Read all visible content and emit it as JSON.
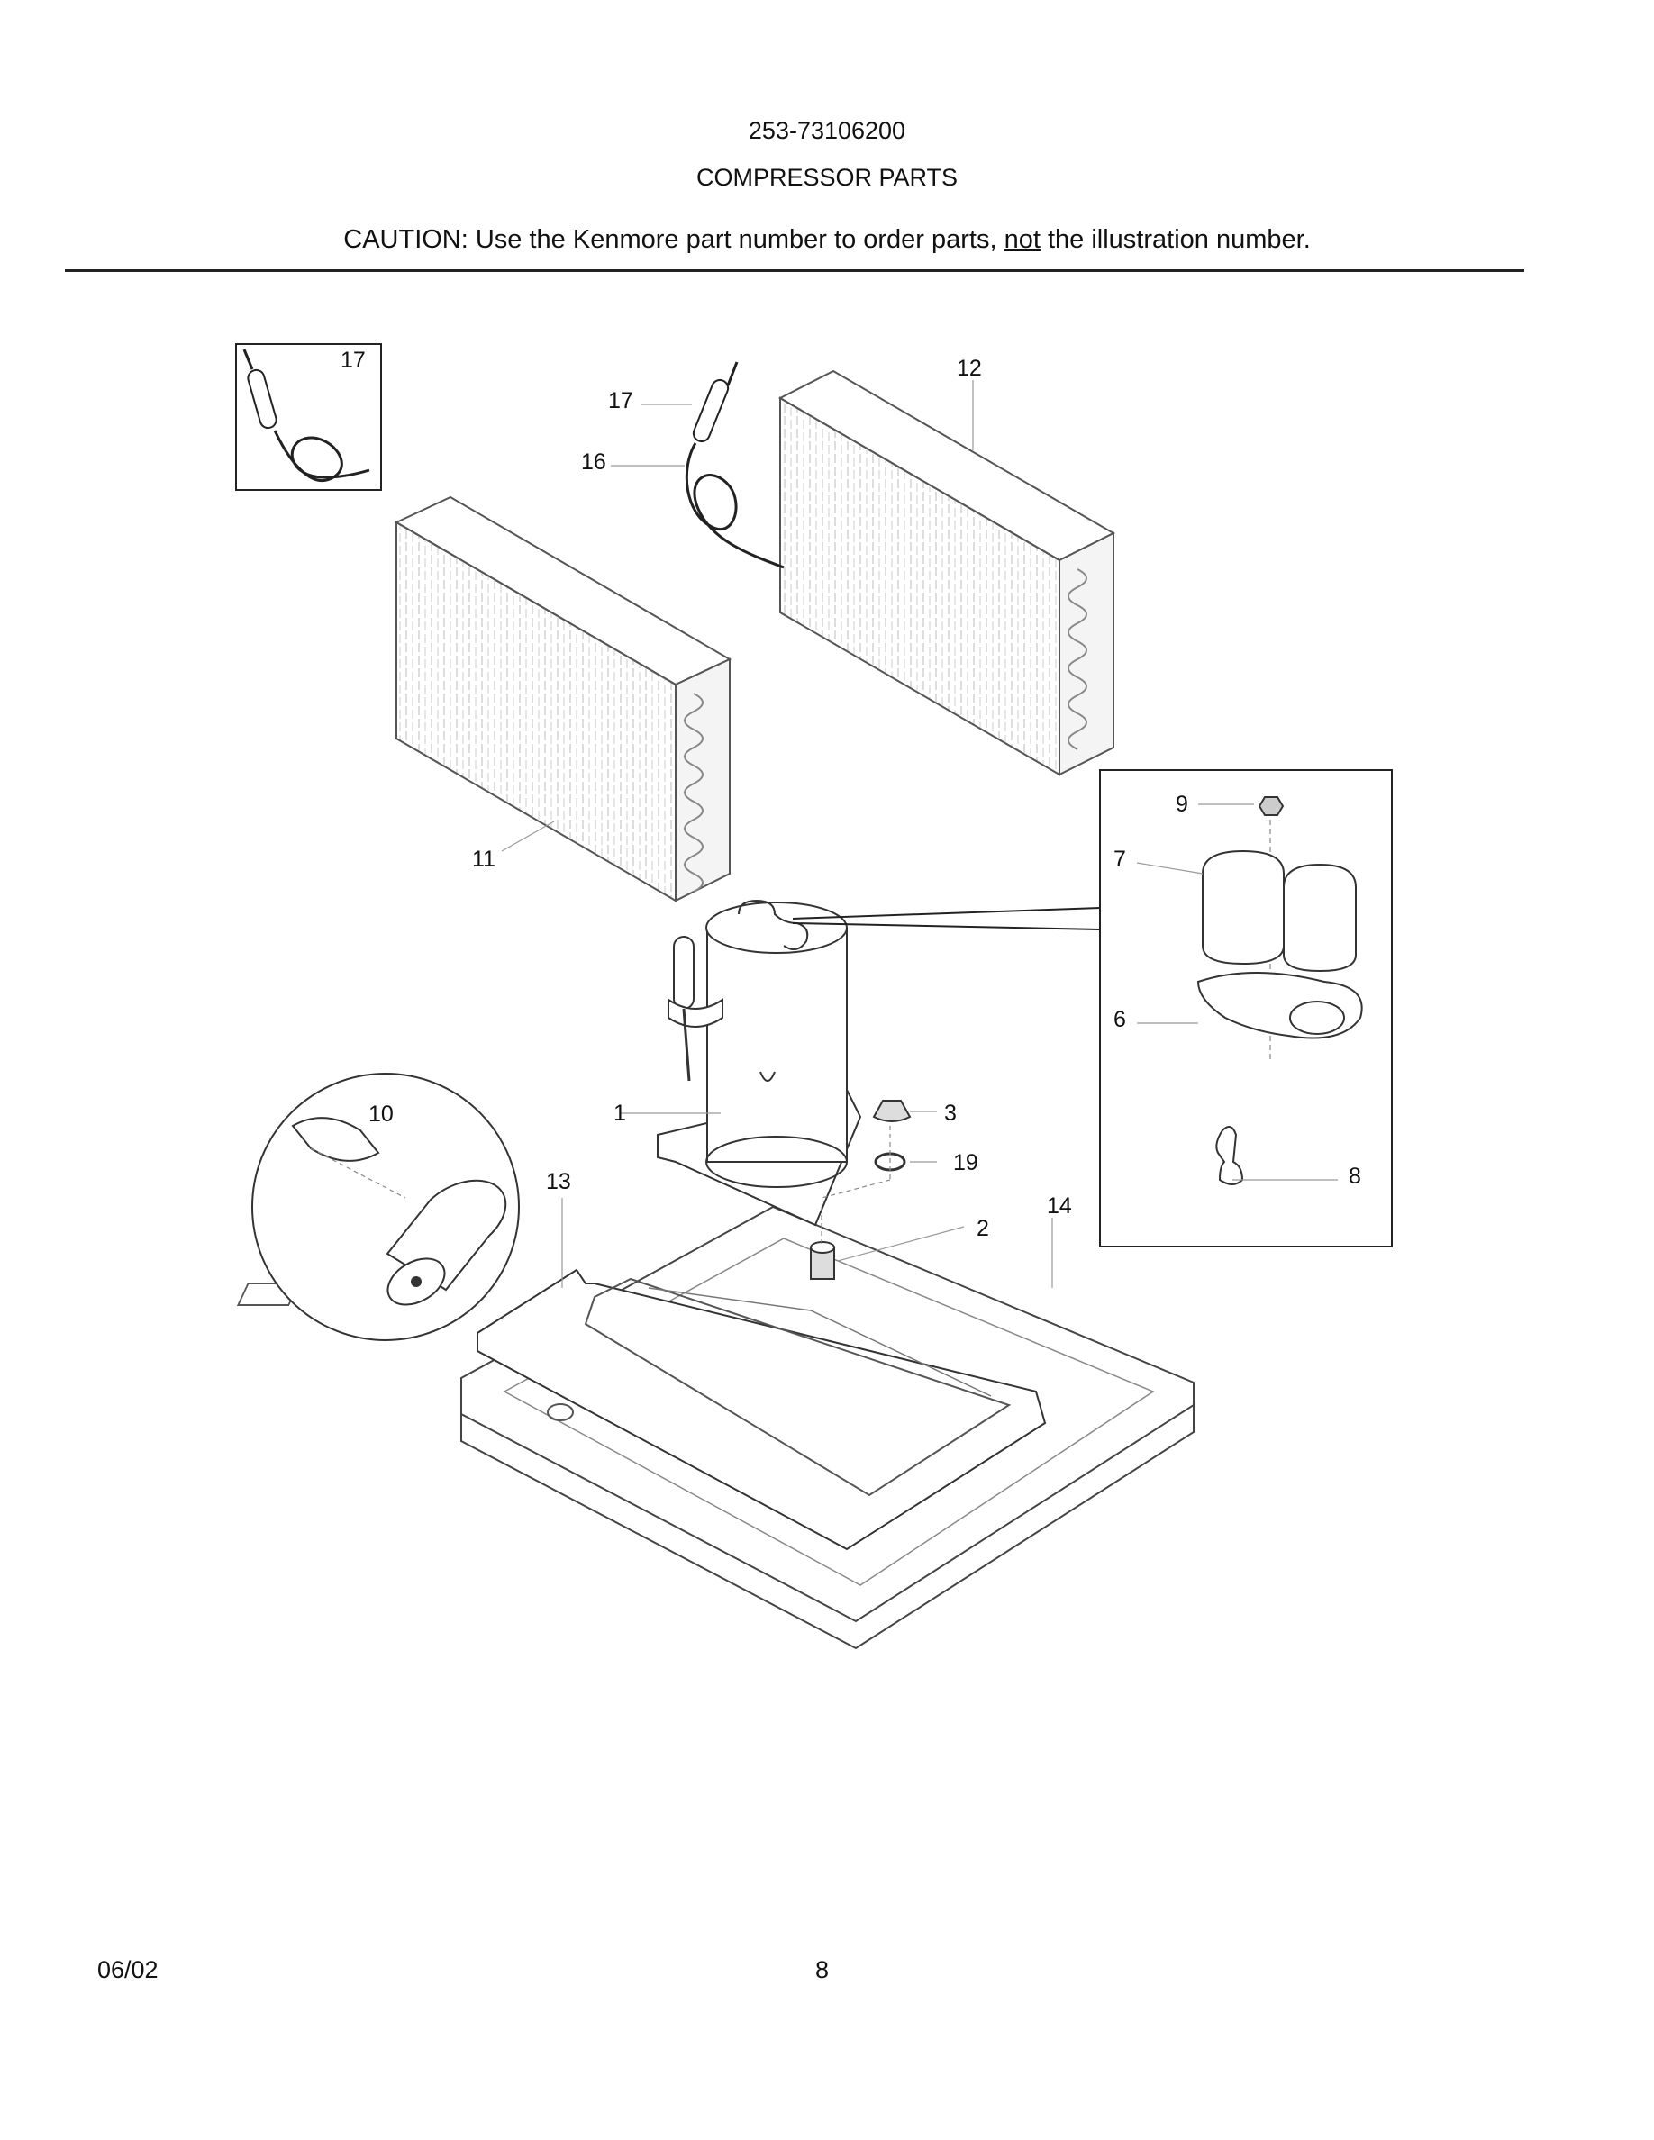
{
  "header": {
    "model_number": "253-73106200",
    "section_title": "COMPRESSOR PARTS",
    "caution_prefix": "CAUTION: Use the Kenmore part number to order parts, ",
    "caution_emphasis": "not",
    "caution_suffix": " the illustration number."
  },
  "callouts": {
    "c1": "1",
    "c2": "2",
    "c3": "3",
    "c6": "6",
    "c7": "7",
    "c8": "8",
    "c9": "9",
    "c10": "10",
    "c11": "11",
    "c12": "12",
    "c13": "13",
    "c14": "14",
    "c16": "16",
    "c17_inset": "17",
    "c17": "17",
    "c19": "19"
  },
  "footer": {
    "date": "06/02",
    "page": "8"
  }
}
